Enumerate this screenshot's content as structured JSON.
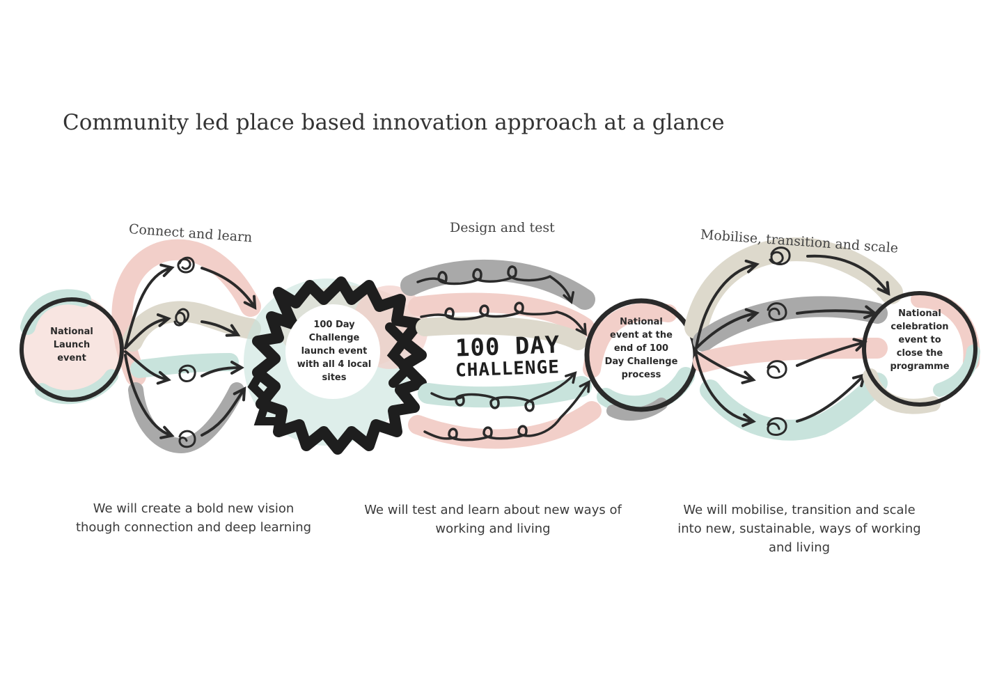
{
  "title": "Community led place based innovation approach at a glance",
  "phases": {
    "connect": "Connect and learn",
    "design": "Design and test",
    "mobilise": "Mobilise, transition and scale"
  },
  "nodes": {
    "national_launch": [
      "National",
      "Launch",
      "event"
    ],
    "challenge_launch": [
      "100 Day",
      "Challenge",
      "launch event",
      "with all 4 local",
      "sites"
    ],
    "challenge_end": [
      "National",
      "event at the",
      "end of 100",
      "Day Challenge",
      "process"
    ],
    "celebration": [
      "National",
      "celebration",
      "event to",
      "close the",
      "programme"
    ]
  },
  "center_label": {
    "line1": "100 DAY",
    "line2": "CHALLENGE"
  },
  "captions": {
    "connect": [
      "We will create a bold new vision",
      "though connection and deep learning"
    ],
    "design": [
      "We will test and learn about new ways of",
      "working and living"
    ],
    "mobilise": [
      "We will mobilise, transition and scale",
      "into new, sustainable, ways of working",
      "and living"
    ]
  },
  "colors": {
    "pink": "#f2cfc9",
    "beige": "#ddd9cc",
    "teal": "#c8e3dc",
    "grey": "#a9a9a9",
    "ink": "#2a2a2a"
  }
}
